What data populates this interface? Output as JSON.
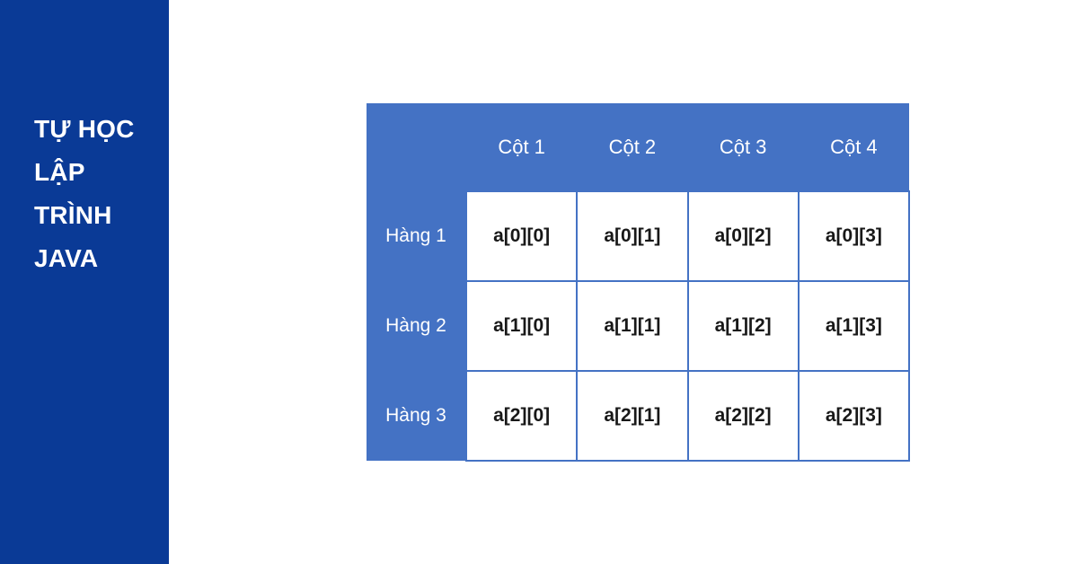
{
  "banner": {
    "background_color": "#0A3A96",
    "text_color": "#FFFFFF",
    "lines": [
      "TỰ HỌC",
      "LẬP",
      "TRÌNH",
      "JAVA"
    ]
  },
  "diagram": {
    "title": "",
    "panel_color": "#4472C4",
    "cell_color": "#FFFFFF",
    "cell_text_color": "#181818",
    "corner_label": "",
    "column_headers": [
      "Cột 1",
      "Cột 2",
      "Cột 3",
      "Cột 4"
    ],
    "row_labels": [
      "Hàng 1",
      "Hàng 2",
      "Hàng 3"
    ],
    "cells": [
      [
        "a[0][0]",
        "a[0][1]",
        "a[0][2]",
        "a[0][3]"
      ],
      [
        "a[1][0]",
        "a[1][1]",
        "a[1][2]",
        "a[1][3]"
      ],
      [
        "a[2][0]",
        "a[2][1]",
        "a[2][2]",
        "a[2][3]"
      ]
    ]
  }
}
